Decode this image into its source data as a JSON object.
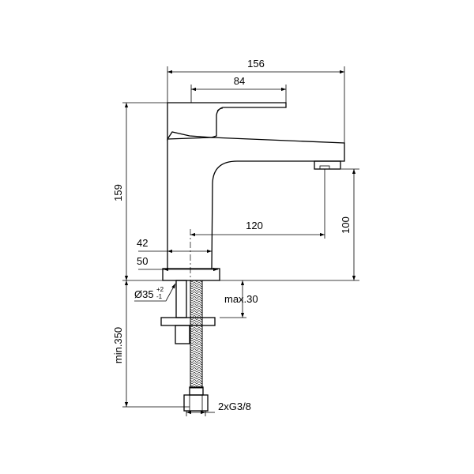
{
  "dimensions": {
    "overall_length": "156",
    "handle_length": "84",
    "height": "159",
    "spout_reach": "120",
    "spout_height": "100",
    "body_width_42": "42",
    "base_width_50": "50",
    "hole_diameter": "Ø35",
    "hole_tol_upper": "+2",
    "hole_tol_lower": "-1",
    "max_thickness": "max.30",
    "min_hose": "min.350",
    "connection": "2xG3/8"
  }
}
